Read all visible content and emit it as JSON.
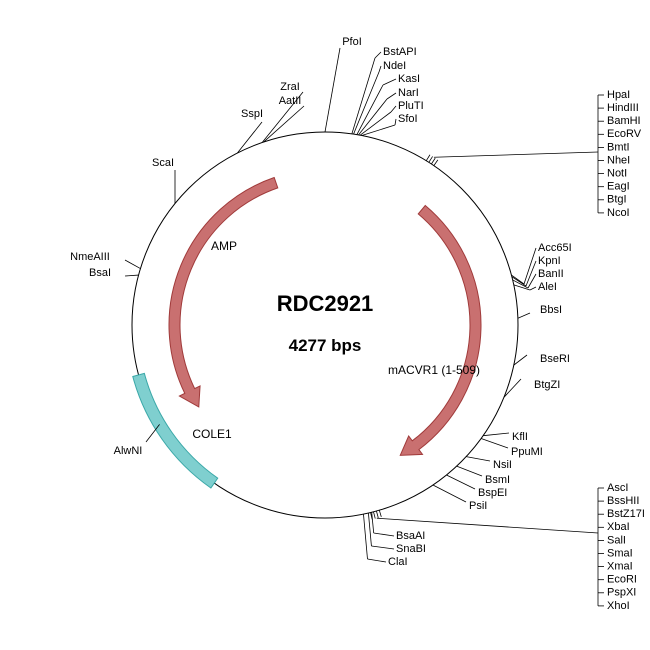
{
  "plasmid": {
    "name": "RDC2921",
    "size_label": "4277 bps",
    "size_bp": 4277
  },
  "colors": {
    "backbone": "#000000",
    "arrow_fill": "#c97070",
    "arrow_stroke": "#a03a3a",
    "cole1_fill": "#7fcfcf",
    "cole1_stroke": "#3aa8a8"
  },
  "features": [
    {
      "id": "amp",
      "label": "AMP",
      "type": "arrow",
      "direction": "ccw",
      "start_deg": 341,
      "end_deg": 237
    },
    {
      "id": "macvr1",
      "label": "mACVR1 (1-509)",
      "type": "arrow",
      "direction": "cw",
      "start_deg": 40,
      "end_deg": 150
    },
    {
      "id": "cole1",
      "label": "COLE1",
      "type": "block",
      "start_deg": 215,
      "end_deg": 255
    }
  ],
  "sites": {
    "single": [
      {
        "label": "PfoI",
        "deg": 0
      },
      {
        "label": "ZraI",
        "deg": 341
      },
      {
        "label": "AatII",
        "deg": 341.5
      },
      {
        "label": "SspI",
        "deg": 333
      },
      {
        "label": "ScaI",
        "deg": 309
      },
      {
        "label": "NmeAIII",
        "deg": 287
      },
      {
        "label": "BsaI",
        "deg": 285
      },
      {
        "label": "AlwNI",
        "deg": 239
      },
      {
        "label": "BbsI",
        "deg": 88
      },
      {
        "label": "BseRI",
        "deg": 102
      },
      {
        "label": "BtgZI",
        "deg": 112
      }
    ],
    "top_group": [
      {
        "label": "BstAPI",
        "deg": 8
      },
      {
        "label": "NdeI",
        "deg": 8.5
      },
      {
        "label": "KasI",
        "deg": 9.5
      },
      {
        "label": "NarI",
        "deg": 10
      },
      {
        "label": "PluTI",
        "deg": 10.5
      },
      {
        "label": "SfoI",
        "deg": 11
      }
    ],
    "right_group": [
      {
        "label": "Acc65I",
        "deg": 75
      },
      {
        "label": "KpnI",
        "deg": 75.5
      },
      {
        "label": "BanII",
        "deg": 76.5
      },
      {
        "label": "AleI",
        "deg": 78
      }
    ],
    "lower_group": [
      {
        "label": "KflI",
        "deg": 125
      },
      {
        "label": "PpuMI",
        "deg": 126
      },
      {
        "label": "NsiI",
        "deg": 133
      },
      {
        "label": "BsmI",
        "deg": 137
      },
      {
        "label": "BspEI",
        "deg": 141
      },
      {
        "label": "PsiI",
        "deg": 146
      }
    ],
    "bottom_group": [
      {
        "label": "BsaAI",
        "deg": 166
      },
      {
        "label": "SnaBI",
        "deg": 167
      },
      {
        "label": "ClaI",
        "deg": 168.5
      }
    ],
    "mcs_top": {
      "deg": 33,
      "labels": [
        "HpaI",
        "HindIII",
        "BamHI",
        "EcoRV",
        "BmtI",
        "NheI",
        "NotI",
        "EagI",
        "BtgI",
        "NcoI"
      ]
    },
    "mcs_bottom": {
      "deg": 165,
      "labels": [
        "AscI",
        "BssHII",
        "BstZ17I",
        "XbaI",
        "SalI",
        "SmaI",
        "XmaI",
        "EcoRI",
        "PspXI",
        "XhoI"
      ]
    }
  }
}
